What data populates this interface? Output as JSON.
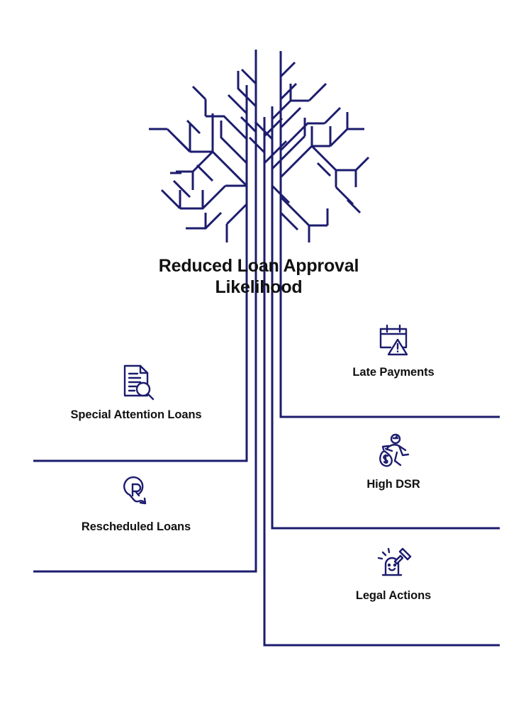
{
  "theme": {
    "line_color": "#1c1c6e",
    "text_color": "#111111",
    "background": "#ffffff"
  },
  "center": {
    "title_line1": "Reduced Loan Approval",
    "title_line2": "Likelihood",
    "title_full": "Reduced Loan Approval Likelihood",
    "icon_name": "circuit-tree-illustration"
  },
  "nodes": [
    {
      "id": "special-attention-loans",
      "label": "Special Attention Loans",
      "icon_name": "document-magnifier-icon",
      "side": "left"
    },
    {
      "id": "rescheduled-loans",
      "label": "Rescheduled Loans",
      "icon_name": "r-circle-down-arrow-icon",
      "side": "left"
    },
    {
      "id": "late-payments",
      "label": "Late Payments",
      "icon_name": "calendar-warning-icon",
      "side": "right"
    },
    {
      "id": "high-dsr",
      "label": "High DSR",
      "icon_name": "person-carrying-money-bag-icon",
      "side": "right"
    },
    {
      "id": "legal-actions",
      "label": "Legal Actions",
      "icon_name": "gavel-tombstone-icon",
      "side": "right"
    }
  ]
}
